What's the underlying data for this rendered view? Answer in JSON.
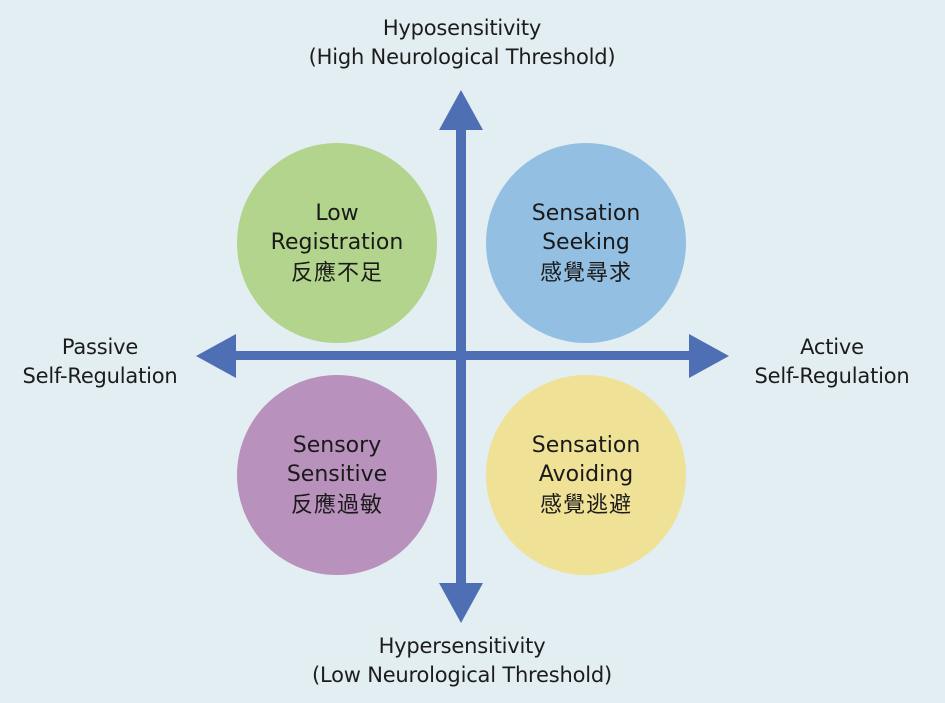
{
  "axes": {
    "top": {
      "line1": "Hyposensitivity",
      "line2": "(High Neurological Threshold)"
    },
    "bottom": {
      "line1": "Hypersensitivity",
      "line2": "(Low Neurological Threshold)"
    },
    "left": {
      "line1": "Passive",
      "line2": "Self-Regulation"
    },
    "right": {
      "line1": "Active",
      "line2": "Self-Regulation"
    },
    "color": "#4f6fb4"
  },
  "quadrants": [
    {
      "id": "low-registration",
      "en1": "Low",
      "en2": "Registration",
      "zh": "反應不足",
      "color": "#b3d48c"
    },
    {
      "id": "sensation-seeking",
      "en1": "Sensation",
      "en2": "Seeking",
      "zh": "感覺尋求",
      "color": "#93bfe2"
    },
    {
      "id": "sensory-sensitive",
      "en1": "Sensory",
      "en2": "Sensitive",
      "zh": "反應過敏",
      "color": "#b991bd"
    },
    {
      "id": "sensation-avoiding",
      "en1": "Sensation",
      "en2": "Avoiding",
      "zh": "感覺逃避",
      "color": "#efe196"
    }
  ]
}
